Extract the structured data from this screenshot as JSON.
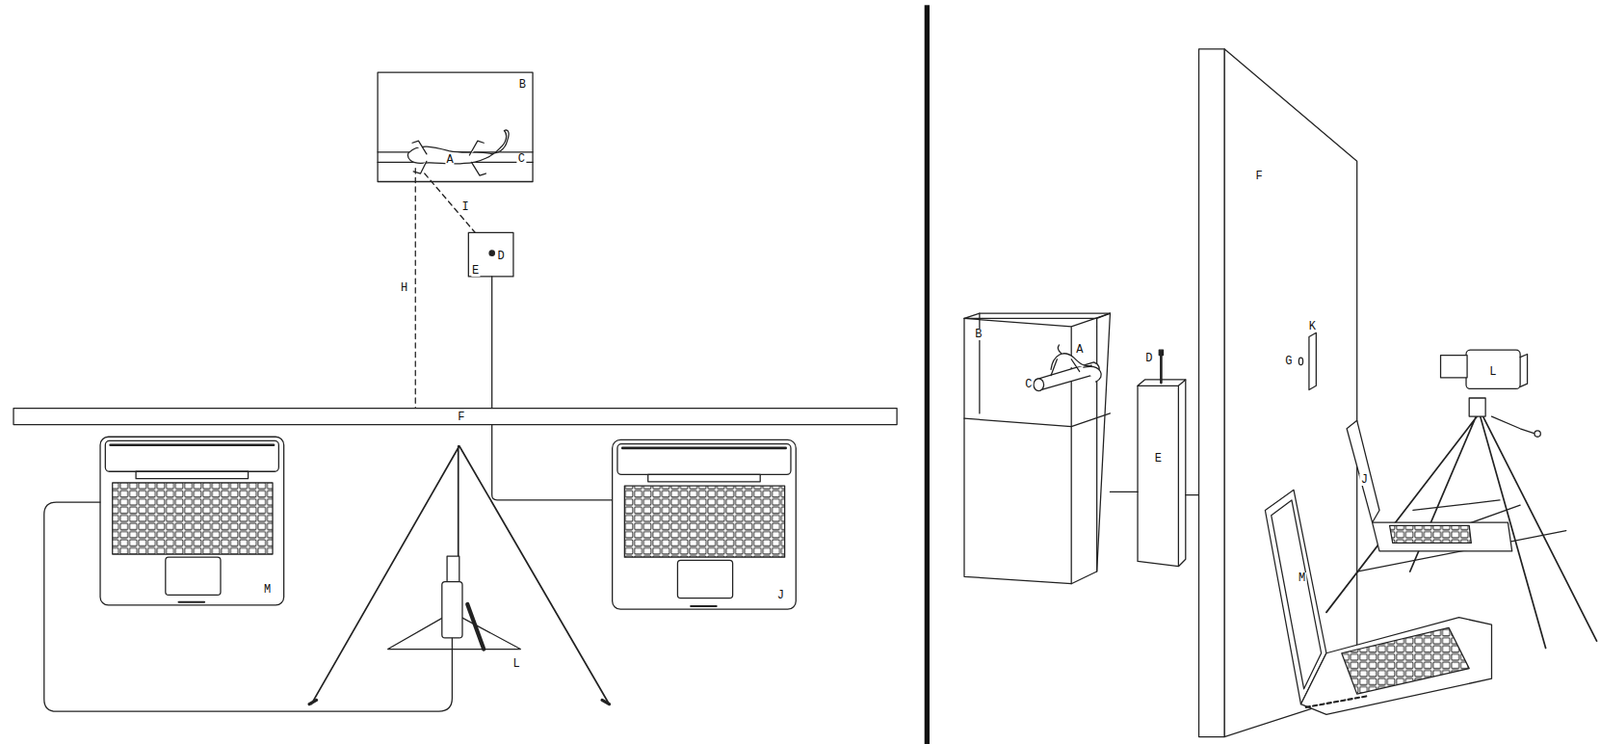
{
  "diagram": {
    "labels": [
      "B",
      "A",
      "C",
      "I",
      "D",
      "H",
      "E",
      "F",
      "M",
      "L",
      "J",
      "F",
      "K",
      "D",
      "A",
      "B",
      "C",
      "G",
      "L",
      "E",
      "J",
      "M"
    ]
  }
}
